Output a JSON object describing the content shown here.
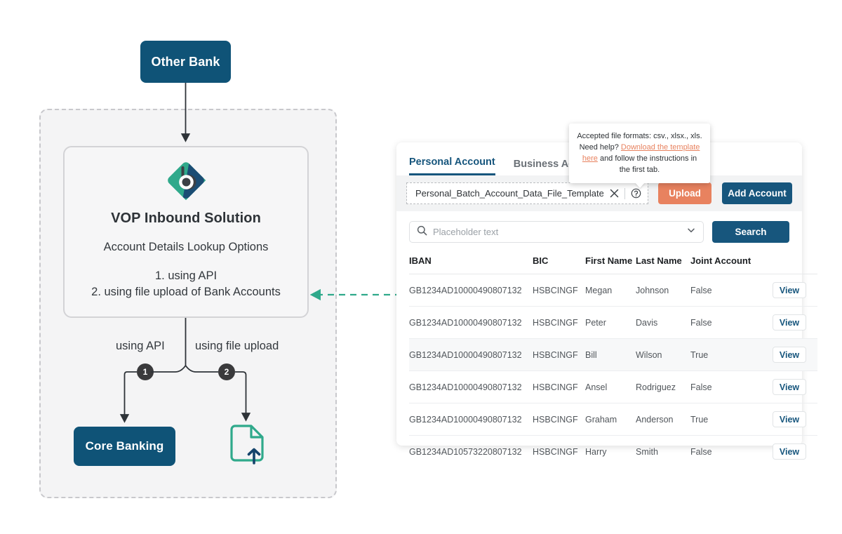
{
  "diagram": {
    "other_bank_label": "Other Bank",
    "core_banking_label": "Core Banking",
    "solution_title": "VOP Inbound Solution",
    "solution_subtitle": "Account Details Lookup Options",
    "option_1": "1. using API",
    "option_2": "2. using file upload of Bank Accounts",
    "branch_label_api": "using API",
    "branch_label_upload": "using file upload",
    "marker_1": "1",
    "marker_2": "2",
    "colors": {
      "navy": "#0f5377",
      "teal": "#2fa98b",
      "charcoal": "#3a3a3c",
      "region_fill": "#f4f4f5"
    }
  },
  "app": {
    "tabs": [
      {
        "label": "Personal Account",
        "active": true
      },
      {
        "label": "Business Account",
        "active": false
      }
    ],
    "upload": {
      "file_name": "Personal_Batch_Account_Data_File_Template.csv",
      "clear_icon": "close-icon",
      "help_icon": "question-circle-icon",
      "upload_label": "Upload",
      "add_account_label": "Add Account",
      "upload_color": "#e8825f",
      "primary_color": "#17567d"
    },
    "tooltip": {
      "line1": "Accepted file formats: csv., xlsx., xls.",
      "line2_prefix": "Need help? ",
      "link_text": "Download the template here",
      "line2_suffix": " and follow the instructions in the first tab.",
      "link_color": "#e8825f"
    },
    "search": {
      "icon": "search-icon",
      "placeholder": "Placeholder text",
      "value": "",
      "dropdown_icon": "chevron-down-icon",
      "button_label": "Search"
    },
    "table": {
      "columns": [
        "IBAN",
        "BIC",
        "First Name",
        "Last Name",
        "Joint Account",
        ""
      ],
      "action_label": "View",
      "rows": [
        {
          "iban": "GB1234AD10000490807132",
          "bic": "HSBCINGF",
          "first": "Megan",
          "last": "Johnson",
          "joint": "False",
          "highlight": false
        },
        {
          "iban": "GB1234AD10000490807132",
          "bic": "HSBCINGF",
          "first": "Peter",
          "last": "Davis",
          "joint": "False",
          "highlight": false
        },
        {
          "iban": "GB1234AD10000490807132",
          "bic": "HSBCINGF",
          "first": "Bill",
          "last": "Wilson",
          "joint": "True",
          "highlight": true
        },
        {
          "iban": "GB1234AD10000490807132",
          "bic": "HSBCINGF",
          "first": "Ansel",
          "last": "Rodriguez",
          "joint": "False",
          "highlight": false
        },
        {
          "iban": "GB1234AD10000490807132",
          "bic": "HSBCINGF",
          "first": "Graham",
          "last": "Anderson",
          "joint": "True",
          "highlight": false
        },
        {
          "iban": "GB1234AD10573220807132",
          "bic": "HSBCINGF",
          "first": "Harry",
          "last": "Smith",
          "joint": "False",
          "highlight": false
        }
      ]
    }
  }
}
